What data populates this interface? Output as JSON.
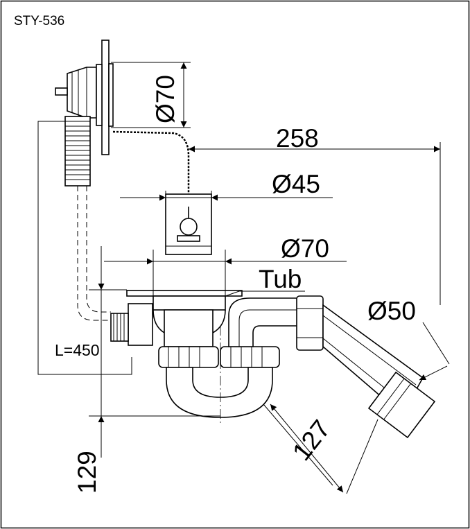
{
  "model_code": "STY-536",
  "dimensions": {
    "overflow_diameter": "Ø70",
    "overall_length": "258",
    "plug_diameter": "Ø45",
    "waste_diameter": "Ø70",
    "tub_label": "Tub",
    "outlet_diameter": "Ø50",
    "hose_length": "L=450",
    "outlet_offset": "127",
    "trap_height": "129"
  }
}
